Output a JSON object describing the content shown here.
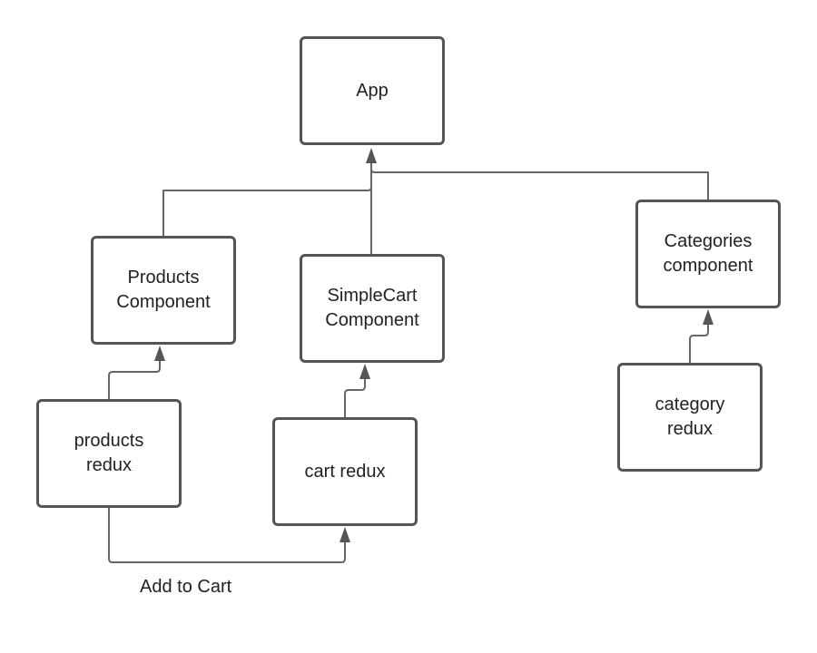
{
  "diagram": {
    "nodes": [
      {
        "id": "app",
        "label": "App"
      },
      {
        "id": "products",
        "label": "Products\nComponent"
      },
      {
        "id": "simplecart",
        "label": "SimpleCart\nComponent"
      },
      {
        "id": "categories",
        "label": "Categories\ncomponent"
      },
      {
        "id": "products_redux",
        "label": "products\nredux"
      },
      {
        "id": "cart_redux",
        "label": "cart redux"
      },
      {
        "id": "category_redux",
        "label": "category\nredux"
      }
    ],
    "edges": [
      {
        "from": "products",
        "to": "app"
      },
      {
        "from": "simplecart",
        "to": "app"
      },
      {
        "from": "categories",
        "to": "app"
      },
      {
        "from": "products_redux",
        "to": "products"
      },
      {
        "from": "cart_redux",
        "to": "simplecart"
      },
      {
        "from": "category_redux",
        "to": "categories"
      },
      {
        "from": "products_redux",
        "to": "cart_redux",
        "label": "Add to Cart"
      }
    ]
  }
}
